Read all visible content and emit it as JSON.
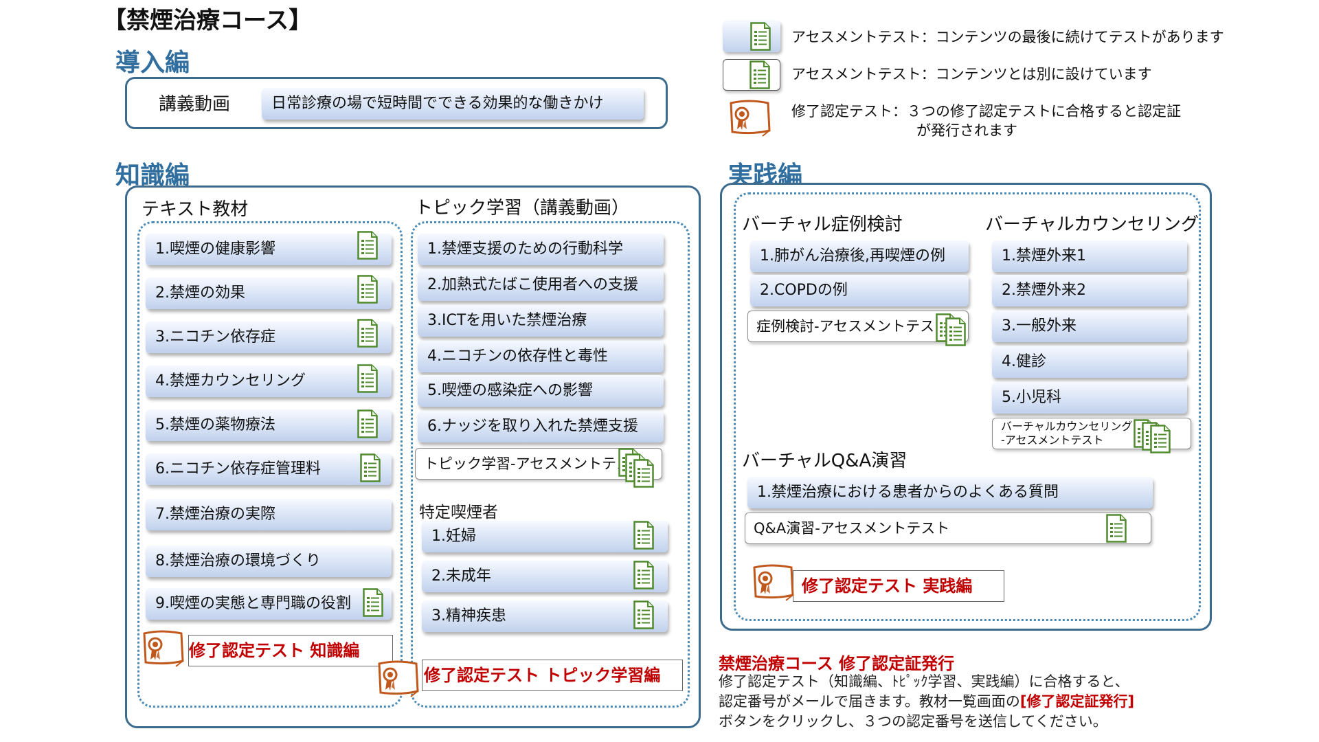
{
  "title": "【禁煙治療コース】",
  "intro": {
    "heading": "導入編",
    "label": "講義動画",
    "item": "日常診療の場で短時間でできる効果的な働きかけ"
  },
  "legend": {
    "embedded": "アセスメントテスト：コンテンツの最後に続けてテストがあります",
    "separate": "アセスメントテスト：コンテンツとは別に設けています",
    "cert_line1": "修了認定テスト：３つの修了認定テストに合格すると認定証",
    "cert_line2": "が発行されます"
  },
  "knowledge": {
    "heading": "知識編",
    "text_title": "テキスト教材",
    "text_items": [
      "1.喫煙の健康影響",
      "2.禁煙の効果",
      "3.ニコチン依存症",
      "4.禁煙カウンセリング",
      "5.禁煙の薬物療法",
      "6.ニコチン依存症管理料",
      "7.禁煙治療の実際",
      "8.禁煙治療の環境づくり",
      "9.喫煙の実態と専門職の役割"
    ],
    "text_cert": "修了認定テスト 知識編",
    "topic_title": "トピック学習（講義動画）",
    "topic_items": [
      "1.禁煙支援のための行動科学",
      "2.加熱式たばこ使用者への支援",
      "3.ICTを用いた禁煙治療",
      "4.ニコチンの依存性と毒性",
      "5.喫煙の感染症への影響",
      "6.ナッジを取り入れた禁煙支援"
    ],
    "topic_test": "トピック学習-アセスメントテスト",
    "smokers_title": "特定喫煙者",
    "smokers_items": [
      "1.妊婦",
      "2.未成年",
      "3.精神疾患"
    ],
    "topic_cert": "修了認定テスト トピック学習編"
  },
  "practice": {
    "heading": "実践編",
    "case_title": "バーチャル症例検討",
    "case_items": [
      "1.肺がん治療後,再喫煙の例",
      "2.COPDの例"
    ],
    "case_test": "症例検討-アセスメントテスト",
    "counsel_title": "バーチャルカウンセリング",
    "counsel_items": [
      "1.禁煙外来1",
      "2.禁煙外来2",
      "3.一般外来",
      "4.健診",
      "5.小児科"
    ],
    "counsel_test_line1": "バーチャルカウンセリング",
    "counsel_test_line2": "-アセスメントテスト",
    "qa_title": "バーチャルQ&A演習",
    "qa_item": "1.禁煙治療における患者からのよくある質問",
    "qa_test": "Q&A演習-アセスメントテスト",
    "cert": "修了認定テスト 実践編"
  },
  "issuance": {
    "title": "禁煙治療コース 修了認定証発行",
    "line1": "修了認定テスト（知識編、ﾄﾋﾟｯｸ学習、実践編）に合格すると、",
    "line2a": "認定番号がメールで届きます。教材一覧画面の",
    "line2b": "[修了認定証発行]",
    "line3": "ボタンをクリックし、３つの認定番号を送信してください。"
  },
  "colors": {
    "heading": "#2f6e9e",
    "box_border": "#3d6b8e",
    "accent_red": "#c00000",
    "doc_green": "#4f8a2e",
    "cert_orange": "#c0581c"
  }
}
